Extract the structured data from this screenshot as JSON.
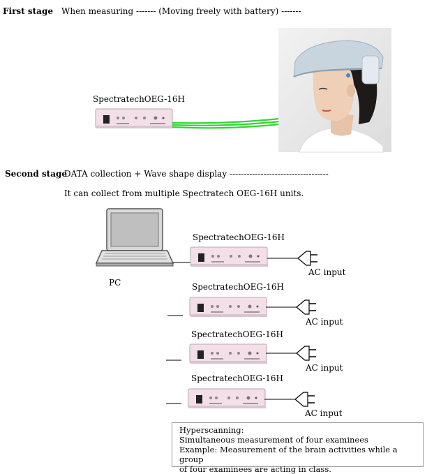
{
  "first_stage": {
    "label": "First stage",
    "description": "When measuring ------- (Moving freely with battery) -------",
    "device_label": "SpectratechOEG-16H"
  },
  "second_stage": {
    "label": "Second stage",
    "description": "DATA collection + Wave shape display -----------------------------------",
    "subtitle": "It can collect from multiple Spectratech OEG-16H units.",
    "pc_label": "PC",
    "units": [
      {
        "device_label": "SpectratechOEG-16H",
        "ac_label": "AC input"
      },
      {
        "device_label": "SpectratechOEG-16H",
        "ac_label": "AC input"
      },
      {
        "device_label": "SpectratechOEG-16H",
        "ac_label": "AC input"
      },
      {
        "device_label": "SpectratechOEG-16H",
        "ac_label": "AC input"
      }
    ]
  },
  "note": {
    "title": "Hyperscanning:",
    "line1": "Simultaneous measurement of four examinees",
    "line2": "Example: Measurement of the brain activities while a group",
    "line3": "of four examinees are acting in class."
  },
  "colors": {
    "device_body": "#f3dfe8",
    "cable_green": "#2fd62f",
    "headset": "#c8d5df"
  }
}
